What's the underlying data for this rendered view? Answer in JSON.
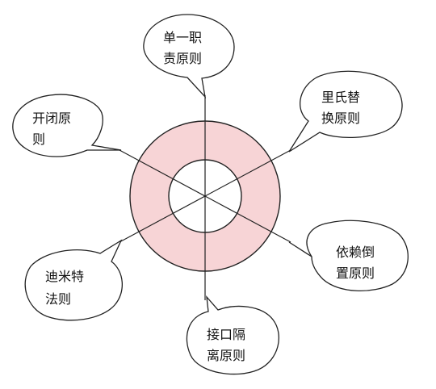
{
  "colors": {
    "ring_fill": "#f7d4d6",
    "inner_fill": "#ffffff",
    "stroke": "#222222",
    "bubble_fill": "#ffffff"
  },
  "principles": [
    {
      "id": "srp",
      "line1": "单一职",
      "line2": "责原则"
    },
    {
      "id": "lsp",
      "line1": "里氏替",
      "line2": "换原则"
    },
    {
      "id": "dip",
      "line1": "依赖倒",
      "line2": "置原则"
    },
    {
      "id": "isp",
      "line1": "接口隔",
      "line2": "离原则"
    },
    {
      "id": "lod",
      "line1": "迪米特",
      "line2": "法则"
    },
    {
      "id": "ocp",
      "line1": "开闭原",
      "line2": "则"
    }
  ]
}
